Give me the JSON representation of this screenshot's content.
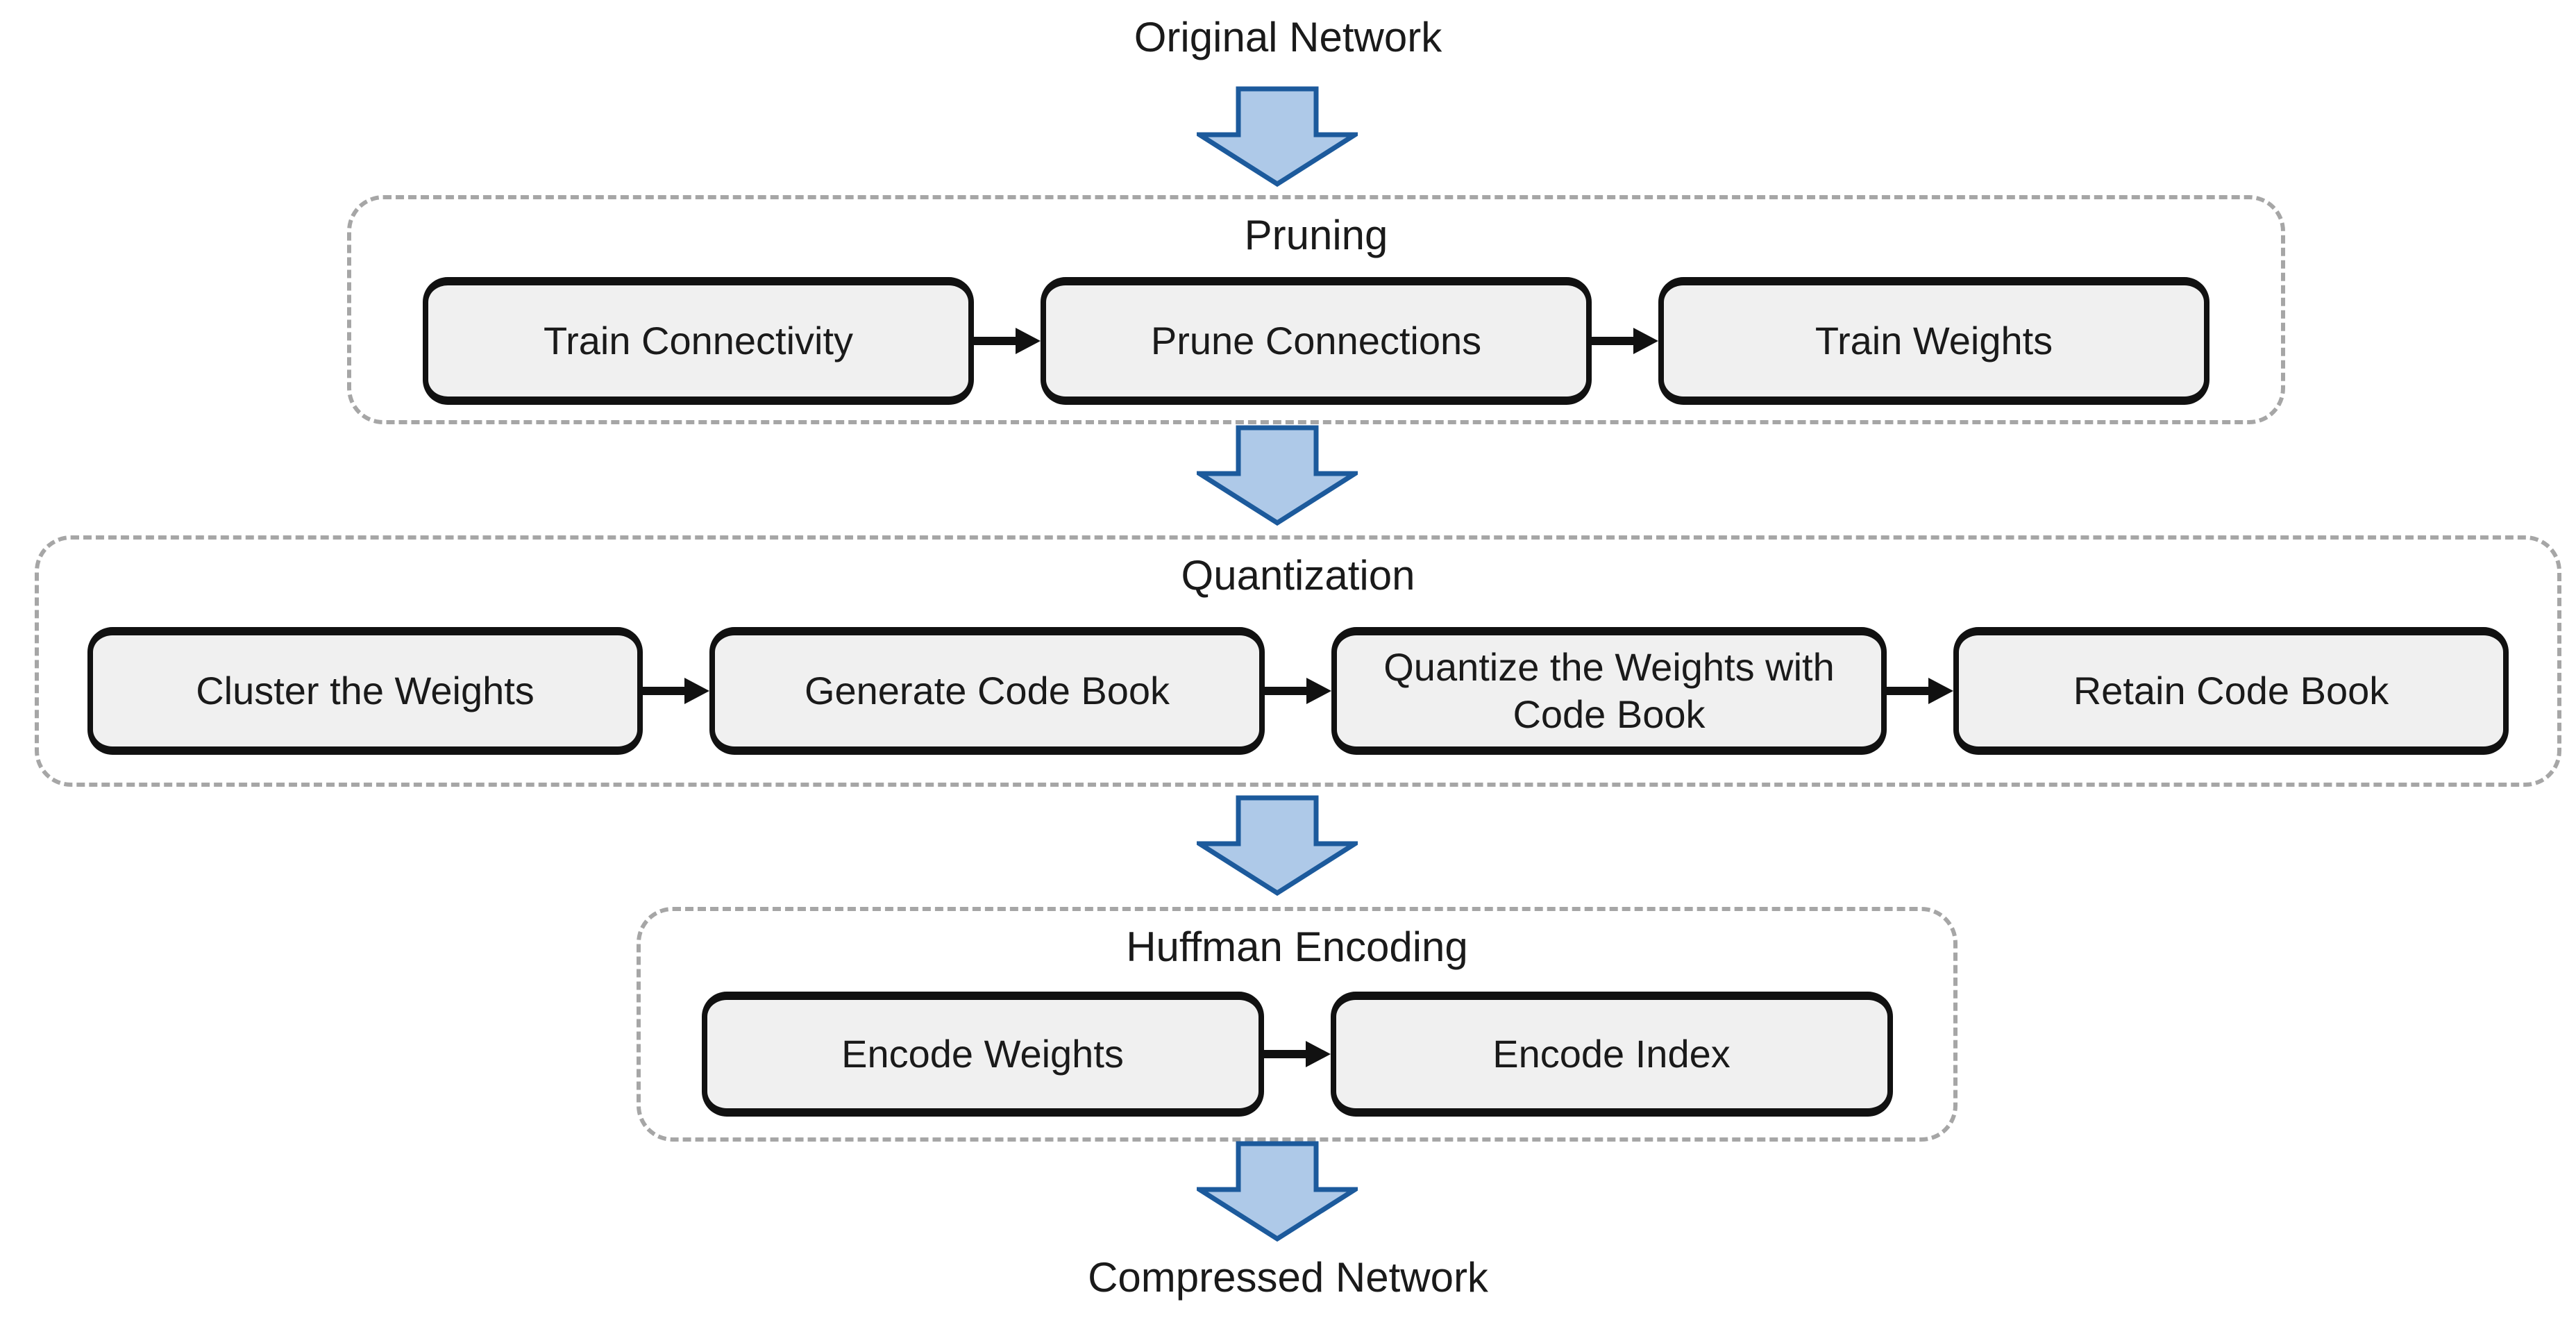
{
  "diagram": {
    "input_label": "Original Network",
    "output_label": "Compressed Network"
  },
  "sections": [
    {
      "title": "Pruning",
      "boxes": [
        "Train Connectivity",
        "Prune Connections",
        "Train Weights"
      ]
    },
    {
      "title": "Quantization",
      "boxes": [
        "Cluster the Weights",
        "Generate Code Book",
        "Quantize the Weights with Code Book",
        "Retain Code Book"
      ]
    },
    {
      "title": "Huffman Encoding",
      "boxes": [
        "Encode Weights",
        "Encode Index"
      ]
    }
  ],
  "icons": {
    "stage_arrow": "down-arrow-icon",
    "step_arrow": "flow-arrow-icon"
  },
  "colors": {
    "page_bg": "#ffffff",
    "text_color": "#1a1a1a",
    "node_fill": "#f0f0f0",
    "node_border": "#111111",
    "group_border": "#a6a6a6",
    "connector_color": "#111111",
    "arrow_fill": "#aec9e8",
    "arrow_stroke": "#1c5a9c"
  }
}
